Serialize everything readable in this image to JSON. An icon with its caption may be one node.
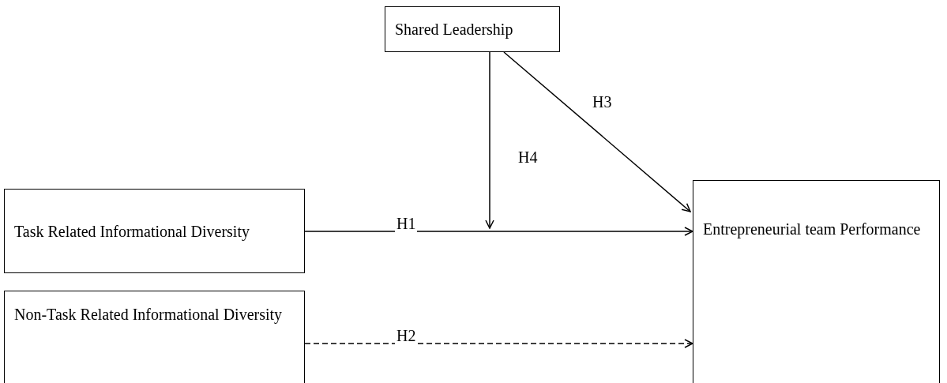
{
  "diagram": {
    "nodes": [
      {
        "text": [
          "Shared Leadership"
        ]
      },
      {
        "text": [
          "Task Related Informational Diversity"
        ]
      },
      {
        "text": [
          "Non-Task Related Informational Diversity"
        ]
      },
      {
        "text": [
          "Entrepreneurial team Performance"
        ]
      }
    ],
    "edges": [
      {
        "from": 1,
        "to": 3,
        "arrow": "to",
        "label": "H1"
      },
      {
        "from": 2,
        "to": 3,
        "arrow": "to",
        "label": "H2",
        "style": "dashed"
      },
      {
        "from": 0,
        "to": 3,
        "arrow": "to",
        "label": "H3"
      },
      {
        "from": 0,
        "to": null,
        "arrow": "to",
        "label": "H4"
      }
    ]
  }
}
